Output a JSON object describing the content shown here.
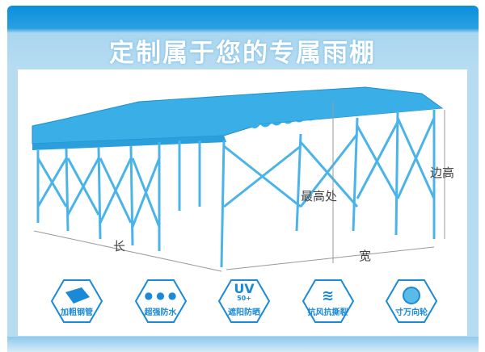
{
  "title": "定制属于您的专属雨棚",
  "dimensions": {
    "length": "长",
    "width": "宽",
    "max_height": "最高处",
    "side_height": "边高"
  },
  "features": [
    {
      "label": "加粗钢管",
      "icon": "steel-pipe-icon"
    },
    {
      "label": "超强防水",
      "icon": "water-drops-icon"
    },
    {
      "label": "遮阳防晒",
      "icon": "uv-icon",
      "uv_text": "UV",
      "uv_rating": "50+"
    },
    {
      "label": "抗风抗撕裂",
      "icon": "wind-icon"
    },
    {
      "label": "寸万向轮",
      "icon": "wheel-icon"
    }
  ],
  "colors": {
    "canopy": "#3aaee6",
    "frame": "#0a8fdc",
    "accent": "#1a8ad6"
  }
}
